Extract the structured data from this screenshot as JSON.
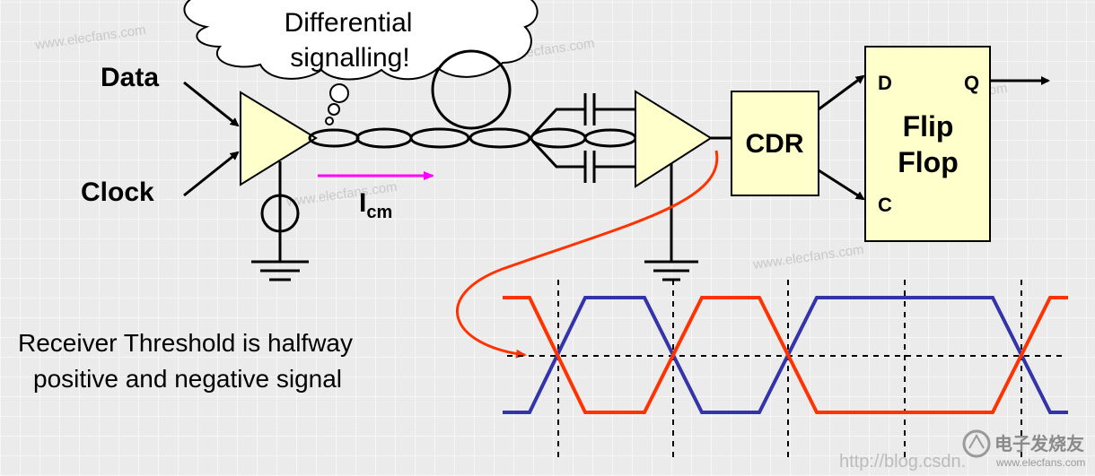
{
  "labels": {
    "data_input": "Data",
    "clock_input": "Clock",
    "bubble_line1": "Differential",
    "bubble_line2": "signalling!",
    "icm_main": "I",
    "icm_sub": "cm",
    "cdr": "CDR",
    "ff_line1": "Flip",
    "ff_line2": "Flop",
    "ff_d": "D",
    "ff_q": "Q",
    "ff_c": "C",
    "threshold_line1": "Receiver Threshold is halfway",
    "threshold_line2": "positive and negative signal"
  },
  "watermark": {
    "text": "http://blog.csdn.",
    "logo_text": "电子发烧友",
    "logo_sub": "www.elecfans.com"
  },
  "colors": {
    "triangle_fill": "#ffffcc",
    "box_fill": "#ffffcc",
    "positive_signal": "#ff3300",
    "negative_signal": "#3333aa",
    "current_arrow": "#ff00ff",
    "pointer_curve": "#ff3300"
  }
}
